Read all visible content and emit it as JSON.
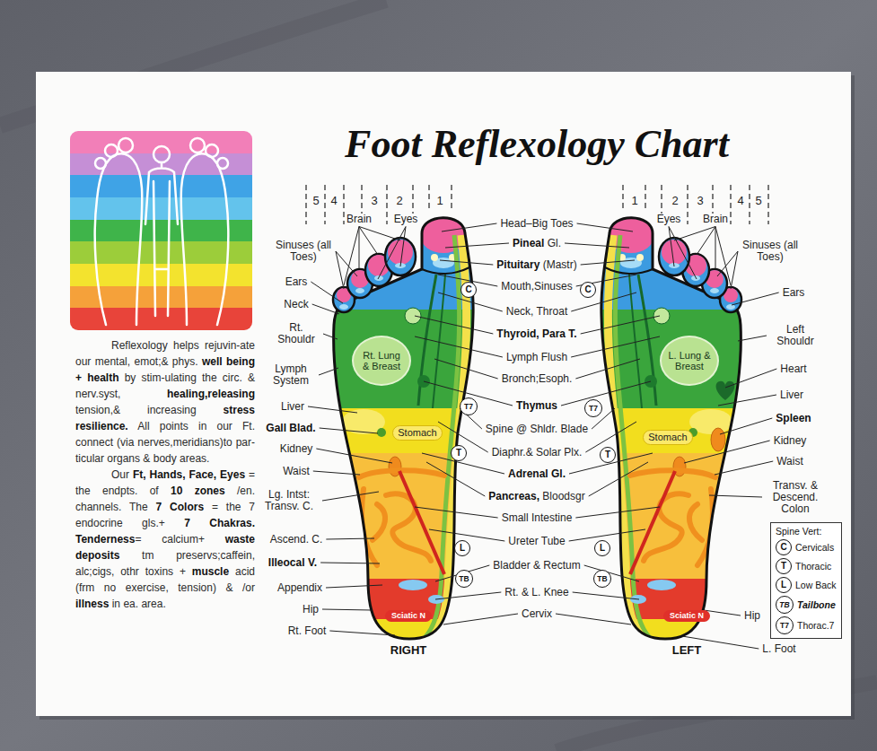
{
  "diagram": {
    "title": "Foot Reflexology Chart",
    "nodes": [
      {
        "text": [
          "Rt. Lung & Breast"
        ]
      },
      {
        "text": [
          "L. Lung & Breast"
        ]
      },
      {
        "text": [
          "C"
        ]
      },
      {
        "text": [
          "C"
        ]
      },
      {
        "text": [
          "T7"
        ]
      },
      {
        "text": [
          "T7"
        ]
      },
      {
        "text": [
          "Stomach"
        ]
      },
      {
        "text": [
          "Stomach"
        ]
      },
      {
        "text": [
          "T"
        ]
      },
      {
        "text": [
          "T"
        ]
      },
      {
        "text": [
          "L"
        ]
      },
      {
        "text": [
          "L"
        ]
      },
      {
        "text": [
          "TB"
        ]
      },
      {
        "text": [
          "TB"
        ]
      },
      {
        "text": [
          "Sciatic N"
        ]
      },
      {
        "text": [
          "Sciatic N"
        ]
      },
      {
        "text": [
          "Spine Vert:"
        ]
      },
      {
        "text": [
          "C",
          "Cervicals"
        ],
        "in": 16
      },
      {
        "text": [
          "T",
          "Thoracic"
        ],
        "in": 16
      },
      {
        "text": [
          "L",
          "Low Back"
        ],
        "in": 16
      },
      {
        "text": [
          "TB",
          "Tailbone"
        ],
        "in": 16
      },
      {
        "text": [
          "T7",
          "Thorac.7"
        ],
        "in": 16
      }
    ],
    "labels": [
      "5",
      "4",
      "3",
      "2",
      "1",
      "1",
      "2",
      "3",
      "4",
      "5",
      "Brain",
      "Eyes",
      "Eyes",
      "Brain",
      "Head–Big Toes",
      "Pineal",
      "Gl.",
      "Pituitary",
      "(Mastr)",
      "Mouth,Sinuses",
      "Neck, Throat",
      "Thyroid, Para T.",
      "Lymph Flush",
      "Bronch;Esoph.",
      "Thymus",
      "Spine @ Shldr. Blade",
      "Diaphr.& Solar Plx.",
      "Adrenal Gl.",
      "Pancreas,",
      "Bloodsgr",
      "Small Intestine",
      "Ureter Tube",
      "Bladder & Rectum",
      "Rt. & L. Knee",
      "Cervix",
      "Sinuses (all Toes)",
      "Ears",
      "Neck",
      "Rt. Shouldr",
      "Lymph System",
      "Liver",
      "Gall Blad.",
      "Kidney",
      "Waist",
      "Lg. Intst: Transv. C.",
      "Ascend. C.",
      "Illeocal V.",
      "Appendix",
      "Hip",
      "Rt. Foot",
      "Sinuses (all Toes)",
      "Ears",
      "Left Shouldr",
      "Heart",
      "Liver",
      "Spleen",
      "Kidney",
      "Waist",
      "Transv. & Descend. Colon",
      "Hip",
      "L. Foot",
      "RIGHT",
      "LEFT",
      "Reflexology helps rejuvin-ate our mental, emot;& phys.",
      "well being + health",
      "by stim-ulating the circ. & nerv.syst,",
      "healing,releasing",
      "tension,& increasing",
      "stress resilience.",
      "All points in our Ft. connect (via nerves,meridians)to par-ticular organs & body areas.",
      "Our",
      "Ft, Hands, Face, Eyes",
      "= the endpts. of",
      "10 zones",
      "/en. channels. The",
      "7 Colors",
      "= the 7 endocrine gls.+",
      "7 Chakras.",
      "Tenderness",
      "= calcium+",
      "waste deposits",
      "tm preservs;caffein, alc;cigs, othr toxins +",
      "muscle",
      "acid (frm no exercise, tension) & /or",
      "illness",
      "in ea. area."
    ]
  }
}
